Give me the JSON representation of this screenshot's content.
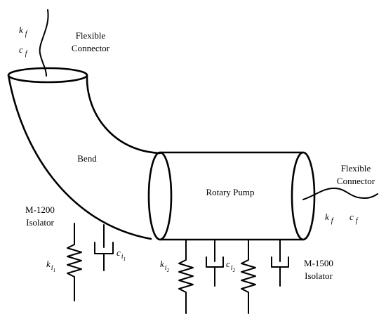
{
  "labels": {
    "flexible_connector_top_line1": "Flexible",
    "flexible_connector_top_line2": "Connector",
    "flexible_connector_right_line1": "Flexible",
    "flexible_connector_right_line2": "Connector",
    "bend": "Bend",
    "rotary_pump": "Rotary Pump",
    "isolator_m1200_line1": "M-1200",
    "isolator_m1200_line2": "Isolator",
    "isolator_m1500_line1": "M-1500",
    "isolator_m1500_line2": "Isolator"
  },
  "symbols": {
    "k_f_top": "k",
    "k_f_top_sub": "f",
    "c_f_top": "c",
    "c_f_top_sub": "f",
    "k_f_right": "k",
    "k_f_right_sub": "f",
    "c_f_right": "c",
    "c_f_right_sub": "f",
    "k_i1": "k",
    "k_i1_sub": "i",
    "k_i1_subsub": "1",
    "c_i1": "c",
    "c_i1_sub": "i",
    "c_i1_subsub": "1",
    "k_i2": "k",
    "k_i2_sub": "i",
    "k_i2_subsub": "2",
    "c_i2": "c",
    "c_i2_sub": "i",
    "c_i2_subsub": "2"
  }
}
